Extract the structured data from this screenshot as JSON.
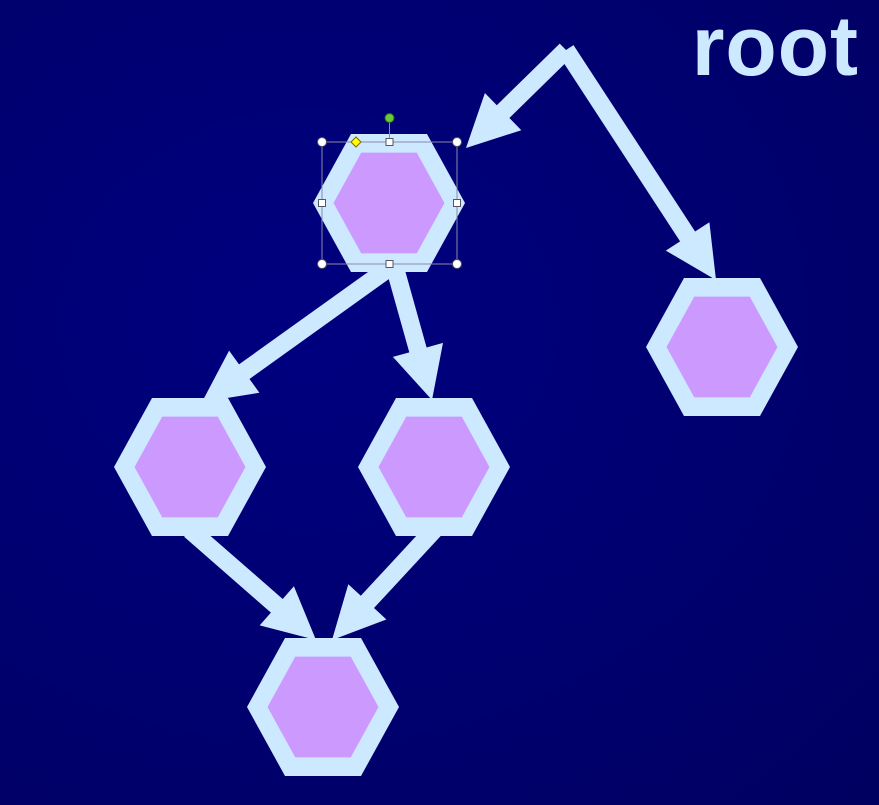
{
  "label": "root",
  "colors": {
    "background": "#00006b",
    "outline": "#cce9ff",
    "fill": "#cc99ff",
    "handle_rotate": "#66cc33",
    "handle_adjust": "#ffff00"
  },
  "nodes": [
    {
      "id": "n1",
      "selected": true
    },
    {
      "id": "n2",
      "selected": false
    },
    {
      "id": "n3",
      "selected": false
    },
    {
      "id": "n4",
      "selected": false
    },
    {
      "id": "n5",
      "selected": false
    }
  ],
  "edges": [
    {
      "from": "root",
      "to": "n1"
    },
    {
      "from": "root",
      "to": "n2"
    },
    {
      "from": "n1",
      "to": "n3"
    },
    {
      "from": "n1",
      "to": "n4"
    },
    {
      "from": "n3",
      "to": "n5"
    },
    {
      "from": "n4",
      "to": "n5"
    }
  ]
}
